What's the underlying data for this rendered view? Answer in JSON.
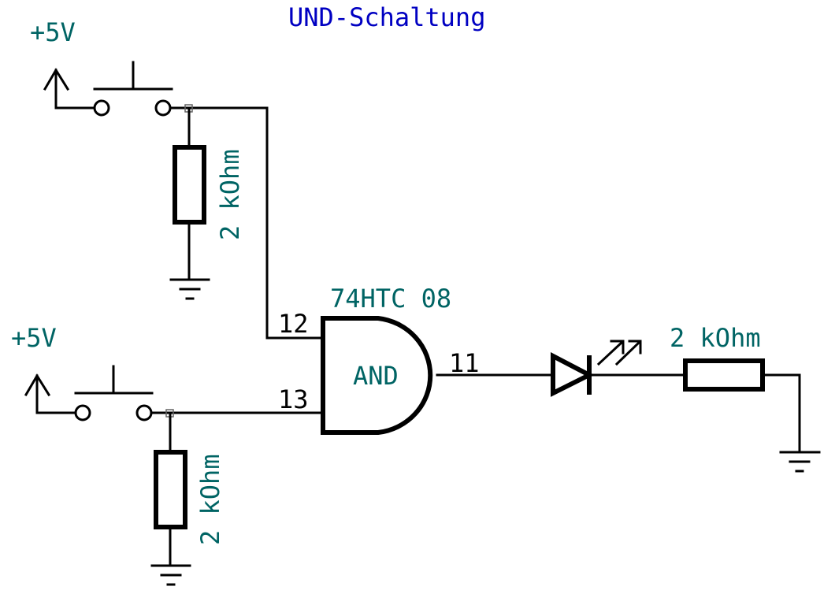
{
  "title": "UND-Schaltung",
  "colors": {
    "title": "#0000c2",
    "component_label": "#006464",
    "pin_label": "#000000",
    "gate_fill": "#ffffc2",
    "wire": "#000000"
  },
  "power": [
    {
      "label": "+5V"
    },
    {
      "label": "+5V"
    }
  ],
  "resistors": [
    {
      "label": "2 kOhm"
    },
    {
      "label": "2 kOhm"
    },
    {
      "label": "2 kOhm"
    }
  ],
  "gate": {
    "part": "74HTC 08",
    "type_label": "AND",
    "pins": {
      "in1": "12",
      "in2": "13",
      "out": "11"
    }
  },
  "led": {
    "label": "LED"
  }
}
